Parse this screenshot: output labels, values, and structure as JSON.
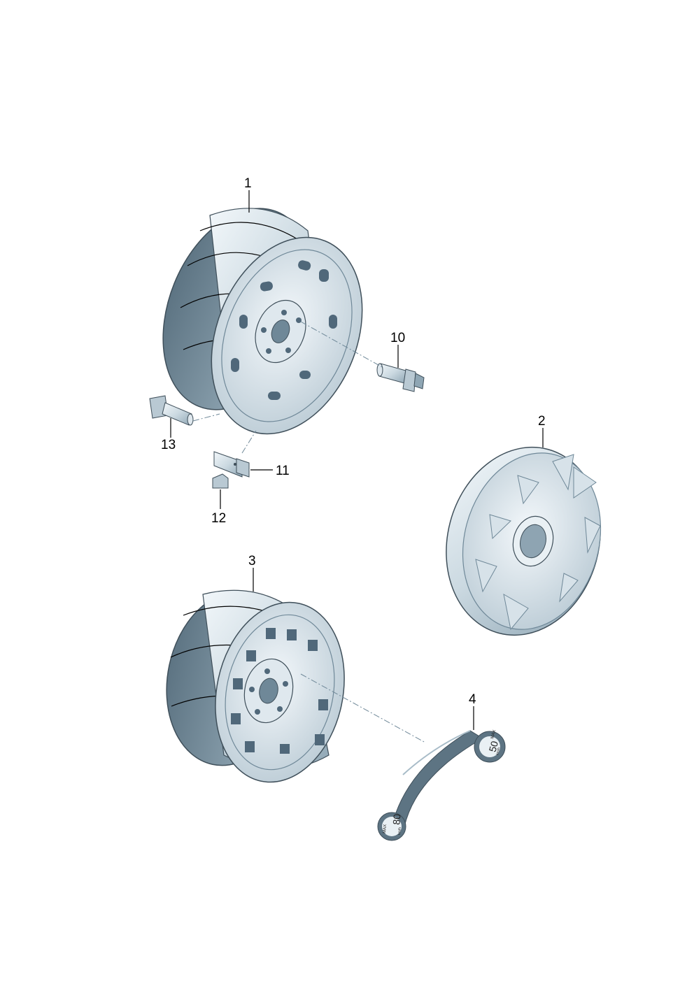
{
  "diagram": {
    "callouts": [
      {
        "id": "1",
        "label": "1"
      },
      {
        "id": "2",
        "label": "2"
      },
      {
        "id": "3",
        "label": "3"
      },
      {
        "id": "4",
        "label": "4"
      },
      {
        "id": "10",
        "label": "10"
      },
      {
        "id": "11",
        "label": "11"
      },
      {
        "id": "12",
        "label": "12"
      },
      {
        "id": "13",
        "label": "13"
      }
    ],
    "sticker": {
      "max_top": "MAX",
      "speed_top": "50",
      "unit_top": "km/h",
      "max_bottom": "MAX",
      "speed_bottom": "80",
      "unit_bottom": "km/h"
    },
    "colors": {
      "metal_light": "#e6eef3",
      "metal_mid": "#b9c9d3",
      "metal_dark": "#6f8898",
      "outline": "#3f4f5a"
    }
  }
}
